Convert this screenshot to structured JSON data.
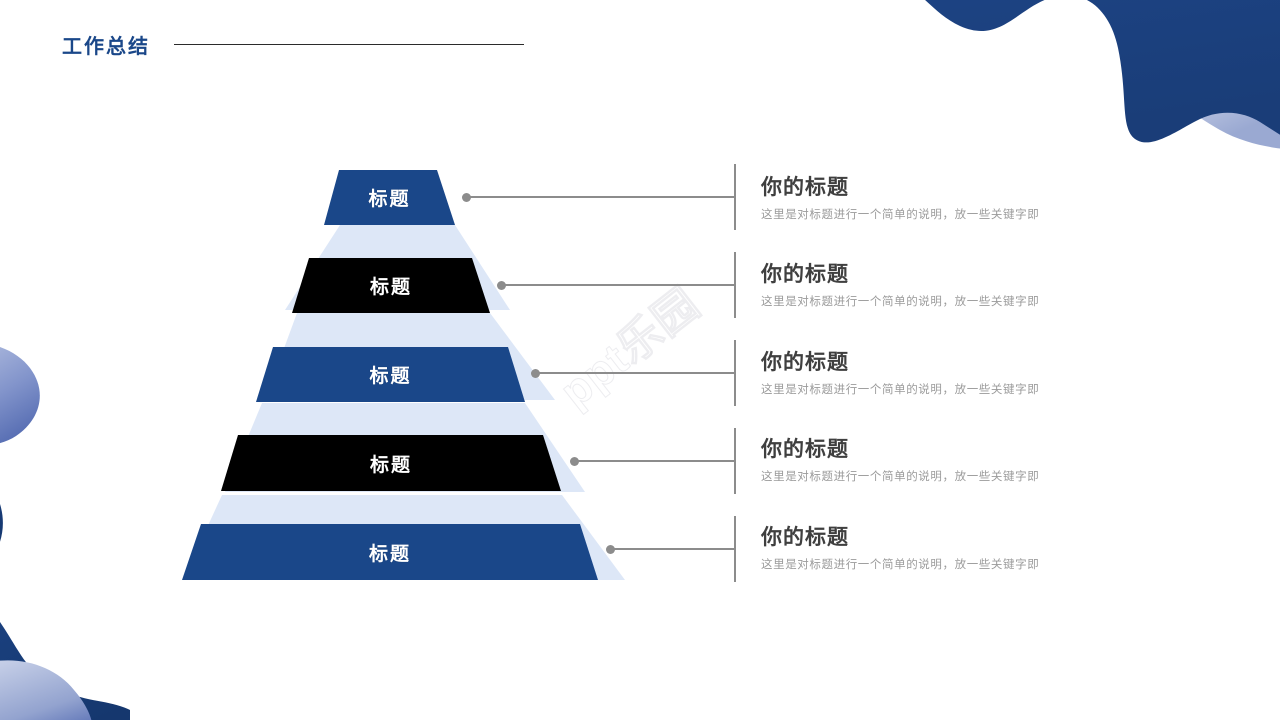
{
  "header": {
    "title": "工作总结"
  },
  "watermark": {
    "text": "ppt乐园"
  },
  "colors": {
    "brand_blue": "#1a4789",
    "tier_blue": "#1a4789",
    "tier_black": "#000000",
    "band_light_blue": "#dde7f7",
    "connector_gray": "#8c8c8c",
    "title_gray": "#3f3f3f",
    "desc_gray": "#9b9b9b",
    "deco_blue": "#1d4587",
    "deco_light": "#dfe3f1"
  },
  "pyramid": {
    "tiers": [
      {
        "label": "标题",
        "fill": "#1a4789",
        "style": "blue"
      },
      {
        "label": "标题",
        "fill": "#000000",
        "style": "black"
      },
      {
        "label": "标题",
        "fill": "#1a4789",
        "style": "blue"
      },
      {
        "label": "标题",
        "fill": "#000000",
        "style": "black"
      },
      {
        "label": "标题",
        "fill": "#1a4789",
        "style": "blue"
      }
    ]
  },
  "callouts": [
    {
      "title": "你的标题",
      "desc": "这里是对标题进行一个简单的说明，放一些关键字即"
    },
    {
      "title": "你的标题",
      "desc": "这里是对标题进行一个简单的说明，放一些关键字即"
    },
    {
      "title": "你的标题",
      "desc": "这里是对标题进行一个简单的说明，放一些关键字即"
    },
    {
      "title": "你的标题",
      "desc": "这里是对标题进行一个简单的说明，放一些关键字即"
    },
    {
      "title": "你的标题",
      "desc": "这里是对标题进行一个简单的说明，放一些关键字即"
    }
  ]
}
